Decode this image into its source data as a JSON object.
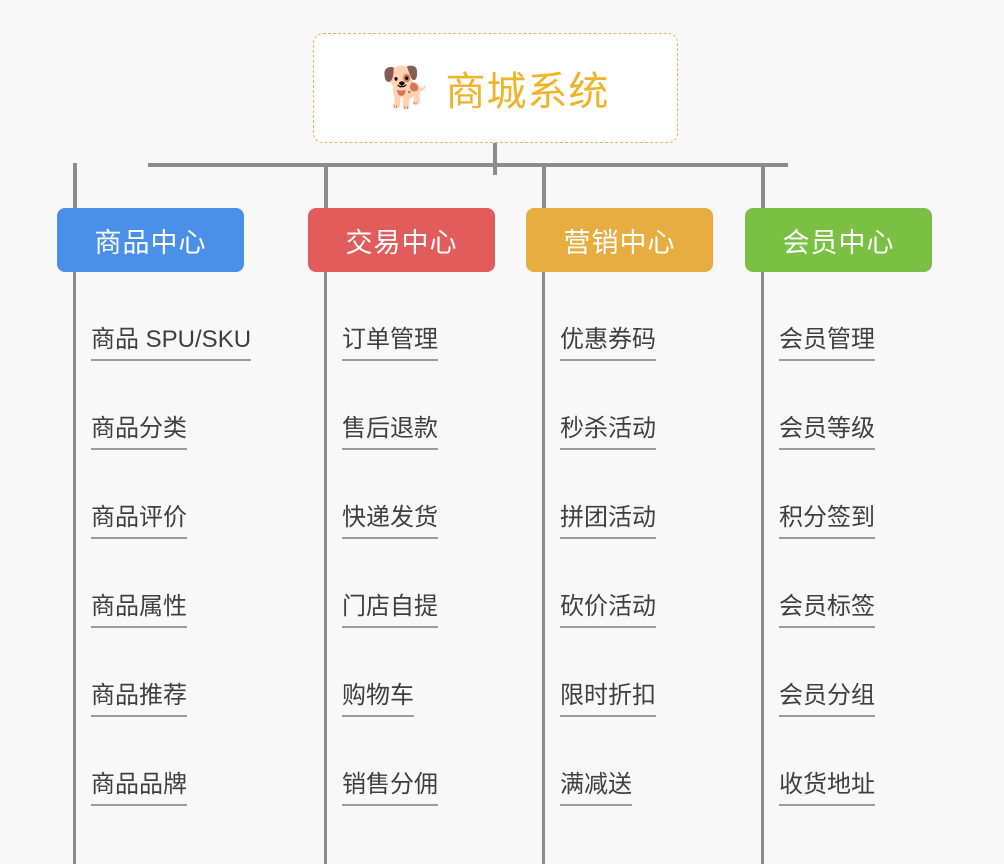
{
  "page": {
    "background_color": "#f8f8f8",
    "connector_color": "#8c8c8c",
    "leaf_text_color": "#3f3f3f",
    "leaf_underline_color": "#9b9b9b"
  },
  "root": {
    "icon": "🐕",
    "icon_name": "shiba-dog-face-icon",
    "title": "商城系统",
    "text_color": "#f0b429",
    "border_color": "#e8b45a",
    "background_color": "#ffffff"
  },
  "branches": [
    {
      "id": "product-center",
      "label": "商品中心",
      "color": "#4a90e8",
      "items": [
        {
          "label": "商品 SPU/SKU"
        },
        {
          "label": "商品分类"
        },
        {
          "label": "商品评价"
        },
        {
          "label": "商品属性"
        },
        {
          "label": "商品推荐"
        },
        {
          "label": "商品品牌"
        }
      ]
    },
    {
      "id": "trade-center",
      "label": "交易中心",
      "color": "#e25c5c",
      "items": [
        {
          "label": "订单管理"
        },
        {
          "label": "售后退款"
        },
        {
          "label": "快递发货"
        },
        {
          "label": "门店自提"
        },
        {
          "label": "购物车"
        },
        {
          "label": "销售分佣"
        }
      ]
    },
    {
      "id": "marketing-center",
      "label": "营销中心",
      "color": "#e8ad41",
      "items": [
        {
          "label": "优惠券码"
        },
        {
          "label": "秒杀活动"
        },
        {
          "label": "拼团活动"
        },
        {
          "label": "砍价活动"
        },
        {
          "label": "限时折扣"
        },
        {
          "label": "满减送"
        }
      ]
    },
    {
      "id": "member-center",
      "label": "会员中心",
      "color": "#7ac143",
      "items": [
        {
          "label": "会员管理"
        },
        {
          "label": "会员等级"
        },
        {
          "label": "积分签到"
        },
        {
          "label": "会员标签"
        },
        {
          "label": "会员分组"
        },
        {
          "label": "收货地址"
        }
      ]
    }
  ]
}
